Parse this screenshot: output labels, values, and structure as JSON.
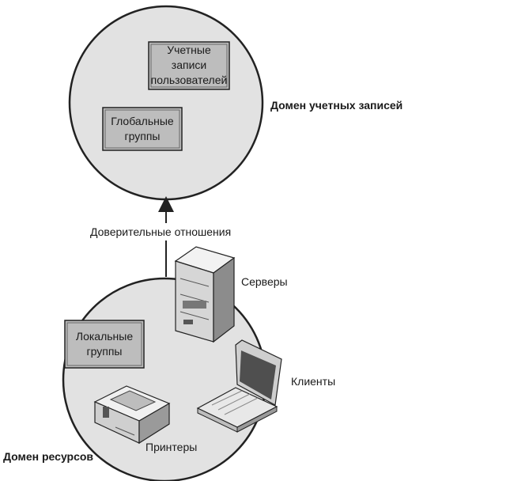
{
  "account_domain": {
    "label": "Домен учетных записей",
    "user_accounts_box": [
      "Учетные",
      "записи",
      "пользователей"
    ],
    "global_groups_box": [
      "Глобальные",
      "группы"
    ]
  },
  "trust": {
    "label": "Доверительные отношения"
  },
  "resource_domain": {
    "label": "Домен ресурсов",
    "local_groups_box": [
      "Локальные",
      "группы"
    ],
    "servers_label": "Серверы",
    "clients_label": "Клиенты",
    "printers_label": "Принтеры"
  },
  "icons": [
    "server-icon",
    "laptop-icon",
    "printer-icon"
  ]
}
